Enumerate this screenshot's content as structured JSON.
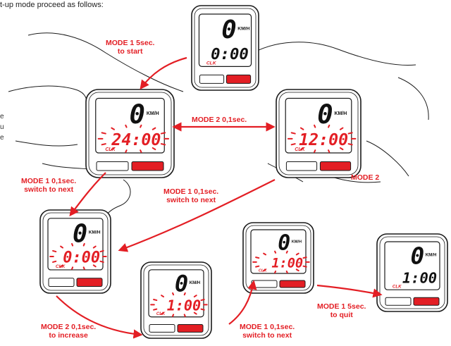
{
  "intro_text": "t-up mode proceed as follows:",
  "side_letters": [
    "e",
    "u",
    "e"
  ],
  "colors": {
    "accent": "#e31e24",
    "outline": "#1a1a1a",
    "lcd": "#ffffff"
  },
  "labels": {
    "mode1_start": [
      "MODE 1  5sec.",
      "to start"
    ],
    "mode2_top": [
      "MODE 2  0,1sec."
    ],
    "mode2_right": [
      "MODE 2"
    ],
    "mode1_next_left": [
      "MODE 1  0,1sec.",
      "switch to next"
    ],
    "mode1_next_mid": [
      "MODE 1  0,1sec.",
      "switch to next"
    ],
    "mode2_increase": [
      "MODE 2  0,1sec.",
      "to increase"
    ],
    "mode1_next_bottom": [
      "MODE 1  0,1sec.",
      "switch to next"
    ],
    "mode1_quit": [
      "MODE 1  5sec.",
      "to quit"
    ]
  },
  "devices": [
    {
      "id": "device-start",
      "big": "0",
      "unit": "KM/H",
      "sub": "0:00",
      "clk": "CLK",
      "blink": false
    },
    {
      "id": "device-24h",
      "big": "0",
      "unit": "KM/H",
      "sub": "24:00",
      "clk": "CLK",
      "blink": true
    },
    {
      "id": "device-12h",
      "big": "0",
      "unit": "KM/H",
      "sub": "12:00",
      "clk": "CLK",
      "blink": true
    },
    {
      "id": "device-hour",
      "big": "0",
      "unit": "KM/H",
      "sub": "0:00",
      "clk": "CLK",
      "blink": true
    },
    {
      "id": "device-increase",
      "big": "0",
      "unit": "KM/H",
      "sub": "1:00",
      "clk": "CLK",
      "blink": true
    },
    {
      "id": "device-minute",
      "big": "0",
      "unit": "KM/H",
      "sub": "1:00",
      "clk": "CLK",
      "blink": true
    },
    {
      "id": "device-quit",
      "big": "0",
      "unit": "KM/H",
      "sub": "1:00",
      "clk": "CLK",
      "blink": false
    }
  ]
}
